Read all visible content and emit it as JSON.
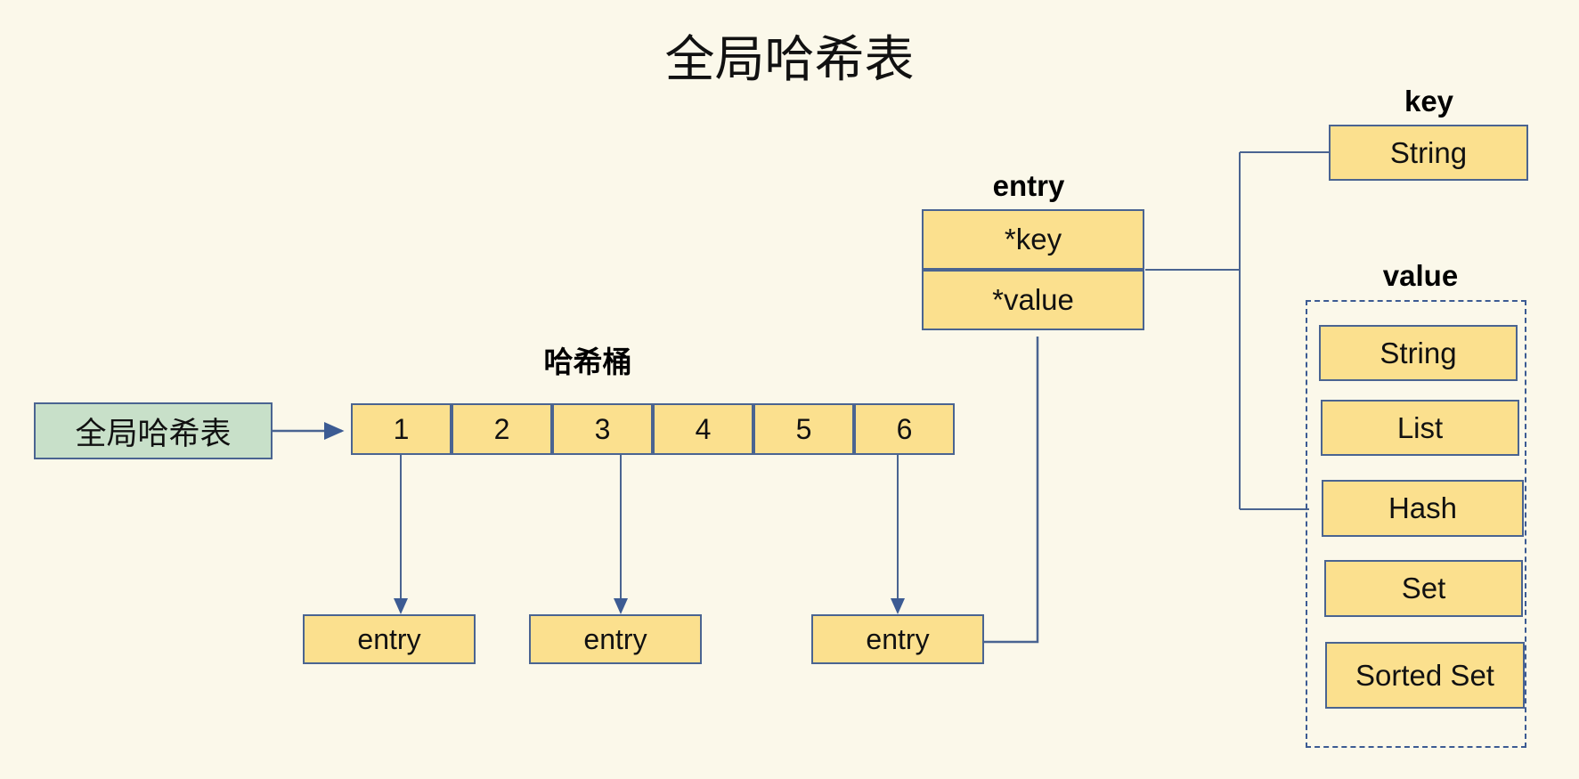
{
  "page": {
    "title": "全局哈希表",
    "background_color": "#FBF8EA",
    "box_fill": "#FBE08E",
    "box_stroke": "#4A6491",
    "green_fill": "#C8E0C9",
    "line_color": "#4A6491",
    "dashed_color": "#3C5B93"
  },
  "diagram": {
    "type": "diagram",
    "root": {
      "label": "全局哈希表",
      "style": "green"
    },
    "bucket": {
      "caption": "哈希桶",
      "cells": [
        "1",
        "2",
        "3",
        "4",
        "5",
        "6"
      ],
      "linked_cells": [
        "1",
        "3",
        "6"
      ]
    },
    "bucket_entries": [
      {
        "label": "entry"
      },
      {
        "label": "entry"
      },
      {
        "label": "entry"
      }
    ],
    "entry_struct": {
      "caption": "entry",
      "fields": [
        {
          "label": "*key"
        },
        {
          "label": "*value"
        }
      ]
    },
    "key_group": {
      "caption": "key",
      "items": [
        "String"
      ]
    },
    "value_group": {
      "caption": "value",
      "items": [
        "String",
        "List",
        "Hash",
        "Set",
        "Sorted Set"
      ],
      "border_style": "dashed"
    }
  }
}
